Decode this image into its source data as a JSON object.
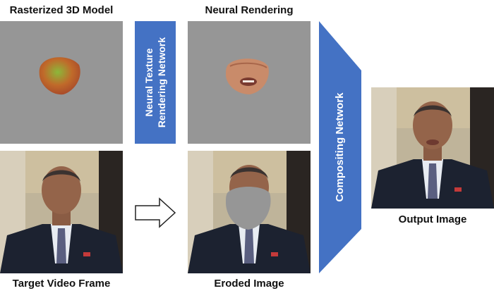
{
  "labels": {
    "rasterized_model": "Rasterized 3D Model",
    "neural_rendering": "Neural Rendering",
    "target_frame": "Target Video Frame",
    "eroded_image": "Eroded Image",
    "output_image": "Output Image"
  },
  "networks": {
    "texture_line1": "Neural Texture",
    "texture_line2": "Rendering Network",
    "compositing": "Compositing Network"
  },
  "colors": {
    "network_blue": "#4472C4",
    "panel_gray": "#969696"
  }
}
